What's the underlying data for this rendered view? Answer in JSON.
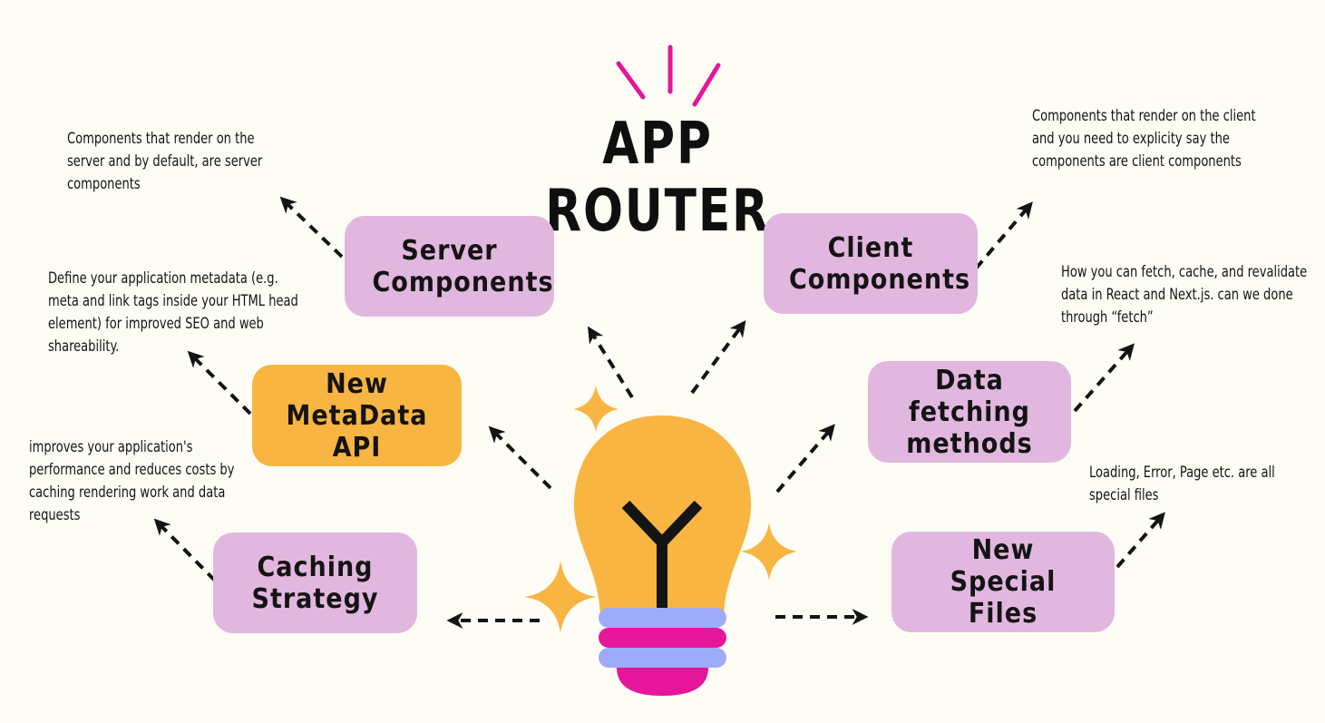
{
  "title": "APP ROUTER",
  "colors": {
    "background": "#fdfdf5",
    "box_pink": "#e2b7df",
    "box_orange": "#f8b542",
    "bulb": "#f8b542",
    "bulb_base_blue": "#9eabf9",
    "bulb_base_magenta": "#e6169a",
    "accent_lines": "#e6169a"
  },
  "nodes": {
    "server": {
      "label": "Server Components",
      "note": "Components that render on the server and by default, are server components"
    },
    "client": {
      "label": "Client Components",
      "note": "Components that render on the client and you need to explicity say the components are client components"
    },
    "metadata": {
      "label": "New MetaData API",
      "note": "Define your application metadata (e.g. meta and link tags inside your HTML head element) for improved SEO and web shareability."
    },
    "data": {
      "label": "Data fetching methods",
      "note": "How you can fetch, cache, and revalidate data in React and Next.js. can we done through “fetch”"
    },
    "caching": {
      "label": "Caching Strategy",
      "note": "improves your application's performance and reduces costs by caching rendering work and data requests"
    },
    "special": {
      "label": "New Special Files",
      "note": "Loading, Error, Page etc. are all special files"
    }
  },
  "icons": [
    "lightbulb-icon",
    "sparkle-icon",
    "dashed-arrow-icon"
  ]
}
